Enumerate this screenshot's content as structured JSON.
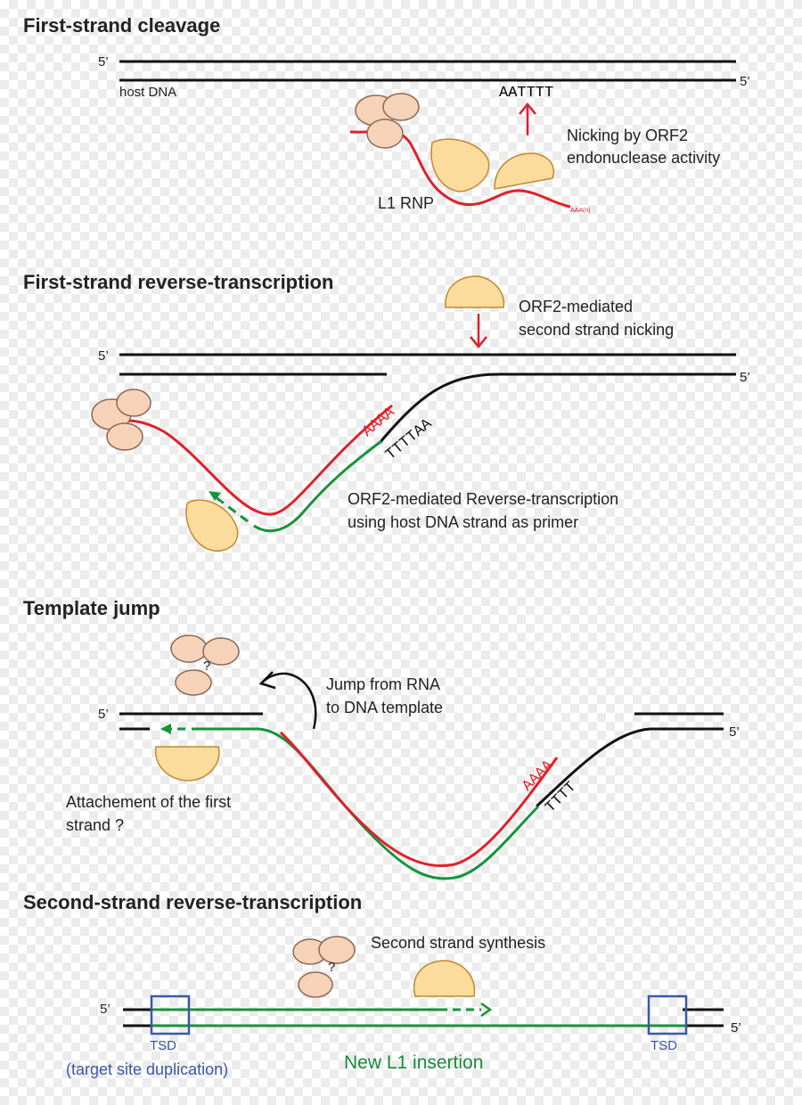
{
  "sections": {
    "cleavage": {
      "title": "First-strand cleavage",
      "five_prime_top": "5’",
      "five_prime_bottom": "5’",
      "host_dna": "host DNA",
      "site_seq": "AATTTT",
      "nicking_line1": "Nicking by ORF2",
      "nicking_line2": "endonuclease activity",
      "l1_rnp": "L1 RNP",
      "polya_tail": "AAA(n)"
    },
    "reverse_transcription": {
      "title": "First-strand reverse-transcription",
      "nicking2_line1": "ORF2-mediated",
      "nicking2_line2": "second strand nicking",
      "five_prime_top": "5’",
      "five_prime_bottom": "5’",
      "polya": "AAAA",
      "tttaa": "TTTTAA",
      "rt_line1": "ORF2-mediated Reverse-transcription",
      "rt_line2": "using host DNA strand as primer"
    },
    "template_jump": {
      "title": "Template jump",
      "question": "?",
      "jump_line1": "Jump from RNA",
      "jump_line2": "to DNA template",
      "five_prime_top": "5’",
      "five_prime_bottom": "5’",
      "polya": "AAAA",
      "tttt": "TTTT",
      "attach_line1": "Attachement of the first",
      "attach_line2": "strand ?"
    },
    "second_strand": {
      "title": "Second-strand reverse-transcription",
      "question": "?",
      "synthesis": "Second strand synthesis",
      "five_prime_top": "5’",
      "five_prime_bottom": "5’",
      "tsd_left": "TSD",
      "tsd_right": "TSD",
      "tsd_full": "(target site duplication)",
      "new_insertion": "New L1 insertion"
    }
  },
  "colors": {
    "dna": "#111111",
    "rna": "#e0202a",
    "cdna": "#16943c",
    "orf1": "#f6d2b8",
    "orf2": "#fbdc9c",
    "tsd": "#3a58a8"
  }
}
